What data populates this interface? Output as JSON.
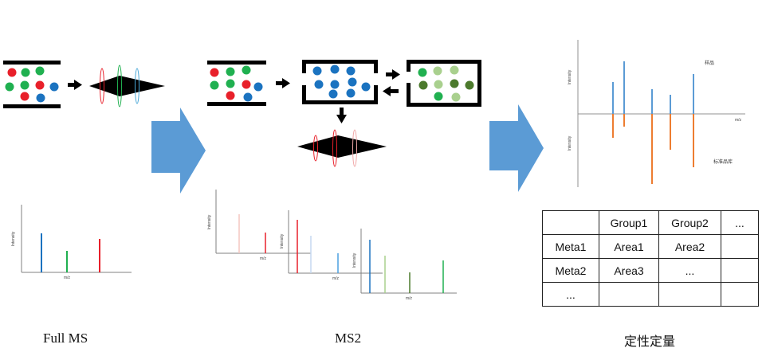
{
  "stages": {
    "full_ms_label": "Full MS",
    "ms2_label": "MS2",
    "quant_label": "定性定量"
  },
  "axes": {
    "intensity": "Intensity",
    "mz": "m/z"
  },
  "mirror_plot": {
    "sample_label": "样品",
    "library_label": "标准品库"
  },
  "quant_table": {
    "header": [
      "",
      "Group1",
      "Group2",
      "..."
    ],
    "rows": [
      [
        "Meta1",
        "Area1",
        "Area2",
        ""
      ],
      [
        "Meta2",
        "Area3",
        "...",
        ""
      ],
      [
        "...",
        "",
        "",
        ""
      ]
    ]
  },
  "colors": {
    "red": "#e8202a",
    "green": "#20b050",
    "blue": "#1b73c0",
    "dark_green": "#4c7a2c",
    "light_green": "#a9d08e",
    "big_arrow": "#5b9bd5",
    "mirror_blue": "#5b9bd5",
    "mirror_orange": "#ed7d31"
  }
}
